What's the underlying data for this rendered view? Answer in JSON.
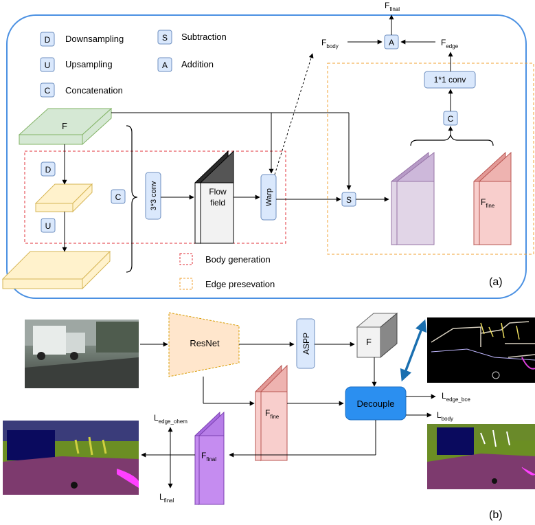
{
  "legend": {
    "downsampling": {
      "key": "D",
      "label": "Downsampling"
    },
    "upsampling": {
      "key": "U",
      "label": "Upsampling"
    },
    "concatenation": {
      "key": "C",
      "label": "Concatenation"
    },
    "subtraction": {
      "key": "S",
      "label": "Subtraction"
    },
    "addition": {
      "key": "A",
      "label": "Addition"
    },
    "body_generation": "Body generation",
    "edge_preservation": "Edge presevation"
  },
  "panel_a": {
    "caption": "(a)",
    "feature_F": "F",
    "ops": {
      "down": "D",
      "up": "U",
      "concat": "C",
      "concat2": "C",
      "subtract": "S",
      "add": "A"
    },
    "conv33": "3*3 conv",
    "flow_field_line1": "Flow",
    "flow_field_line2": "field",
    "warp": "Warp",
    "conv11": "1*1 conv",
    "f_fine": {
      "base": "F",
      "sub": "fine"
    },
    "f_final": {
      "base": "F",
      "sub": "final"
    },
    "f_body": {
      "base": "F",
      "sub": "body"
    },
    "f_edge": {
      "base": "F",
      "sub": "edge"
    }
  },
  "panel_b": {
    "caption": "(b)",
    "resnet": "ResNet",
    "aspp": "ASPP",
    "feature_F": "F",
    "decouple": "Decouple",
    "f_fine": {
      "base": "F",
      "sub": "fine"
    },
    "f_final": {
      "base": "F",
      "sub": "final"
    },
    "l_edge_bce": {
      "base": "L",
      "sub": "edge_bce"
    },
    "l_body": {
      "base": "L",
      "sub": "body"
    },
    "l_edge_ohem": {
      "base": "L",
      "sub": "edge_ohem"
    },
    "l_final": {
      "base": "L",
      "sub": "final"
    }
  },
  "colors": {
    "panel_border": "#4a90e2",
    "green_face": "#d5e8d4",
    "green_stroke": "#82b366",
    "yellow_face": "#fff2cc",
    "yellow_stroke": "#d6b656",
    "purple_face": "#e1d5e7",
    "purple_stroke": "#9673a6",
    "red_face": "#f8cecc",
    "red_stroke": "#b85450",
    "blue_op": "#dae8fc",
    "blue_op_stroke": "#6c8ebf",
    "body_gen_dash": "#e0303a",
    "edge_dash": "#f0a030",
    "decouple": "#2b8ff0",
    "resnet": "#ffe6cc",
    "final_purple": "#c58cf0",
    "double_arrow": "#1a6fb0"
  }
}
